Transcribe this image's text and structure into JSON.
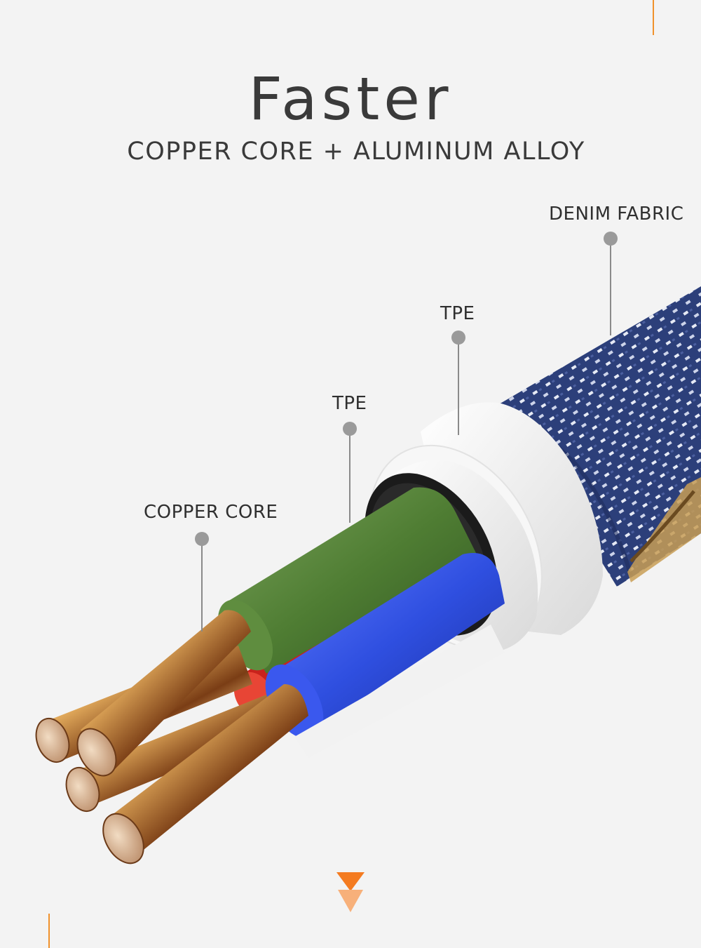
{
  "header": {
    "title": "Faster",
    "subtitle": "COPPER CORE + ALUMINUM ALLOY"
  },
  "callouts": {
    "denim_fabric": "DENIM FABRIC",
    "tpe_outer": "TPE",
    "tpe_inner": "TPE",
    "copper_core": "COPPER CORE"
  },
  "icons": {
    "scroll_indicator": "down-arrow-icon"
  },
  "colors": {
    "background": "#f3f3f3",
    "accent": "#f0922b",
    "text": "#3a3a3a",
    "leader": "#8a8a8a",
    "denim": "#2c3f7a",
    "tpe_sheath": "#ffffff",
    "green_wire": "#5b8a3a",
    "blue_wire": "#2f4fe0",
    "red_wire": "#c8221c",
    "copper": "#d9a55a"
  }
}
